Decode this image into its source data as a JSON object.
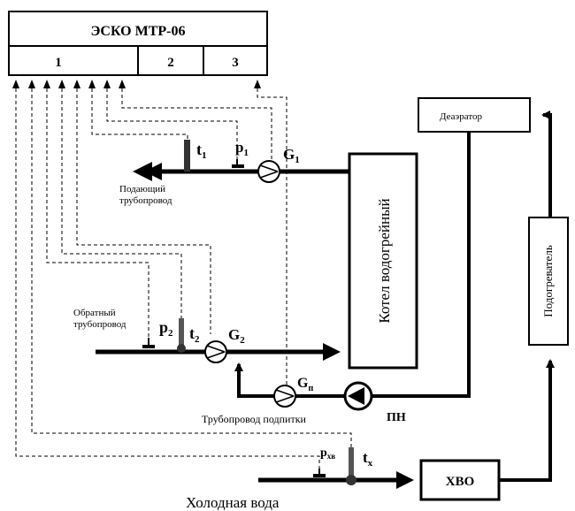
{
  "device": {
    "title": "ЭСКО МТР-06",
    "channels": [
      "1",
      "2",
      "3"
    ]
  },
  "equipment": {
    "deaerator": "Деаэратор",
    "boiler": "Котел водогрейный",
    "heater": "Подогреватель",
    "water_treatment": "ХВО",
    "feed_pump": "ПН"
  },
  "pipelines": {
    "supply_line": [
      "Подающий",
      "трубопровод"
    ],
    "return_line": [
      "Обратный",
      "трубопровод"
    ],
    "makeup_line": "Трубопровод подпитки",
    "cold_water": "Холодная вода"
  },
  "sensors": {
    "t1": {
      "main": "t",
      "sub": "1"
    },
    "p1": {
      "main": "p",
      "sub": "1"
    },
    "G1": {
      "main": "G",
      "sub": "1"
    },
    "p2": {
      "main": "p",
      "sub": "2"
    },
    "t2": {
      "main": "t",
      "sub": "2"
    },
    "G2": {
      "main": "G",
      "sub": "2"
    },
    "Gp": {
      "main": "G",
      "sub": "п"
    },
    "pxv": {
      "main": "p",
      "sub": "хв"
    },
    "tx": {
      "main": "t",
      "sub": "х"
    }
  }
}
